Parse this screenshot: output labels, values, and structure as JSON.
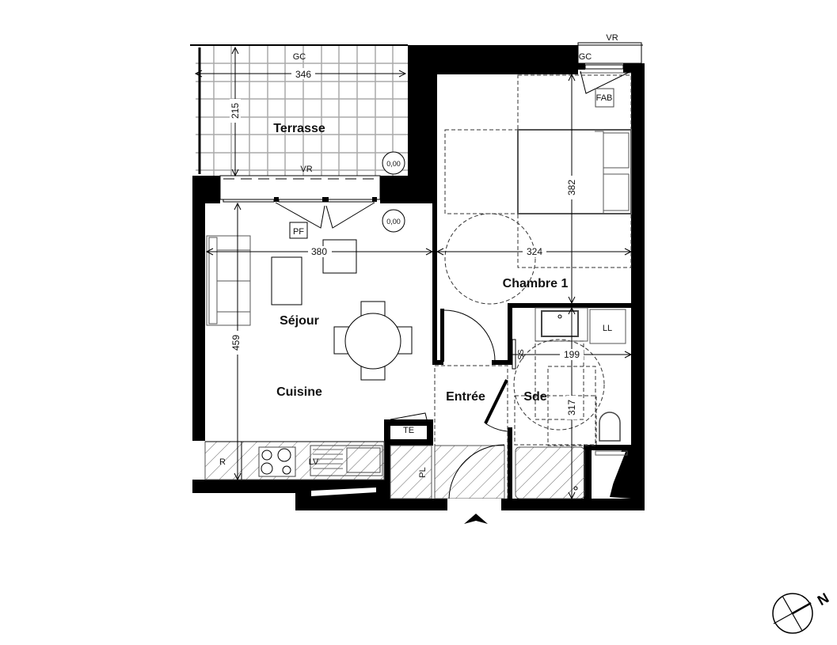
{
  "plan": {
    "rooms": {
      "terrasse": "Terrasse",
      "sejour": "Séjour",
      "cuisine": "Cuisine",
      "chambre": "Chambre 1",
      "entree": "Entrée",
      "sde": "Sde"
    },
    "dimensions": {
      "terrasse_width": "346",
      "terrasse_depth": "215",
      "sejour_width": "380",
      "sejour_depth": "459",
      "chambre_width": "324",
      "chambre_depth": "382",
      "sde_width": "199",
      "sde_depth": "317"
    },
    "equipment": {
      "gc_terrasse": "GC",
      "vr_terrasse": "VR",
      "gc_chambre": "GC",
      "vr_chambre": "VR",
      "fab": "FAB",
      "pf": "PF",
      "level_terrasse": "0,00",
      "level_sejour": "0,00",
      "refrigerator": "R",
      "dishwasher": "LV",
      "te": "TE",
      "pl": "PL",
      "ll": "LL",
      "ss": "SS"
    },
    "compass": {
      "north_label": "N"
    }
  }
}
